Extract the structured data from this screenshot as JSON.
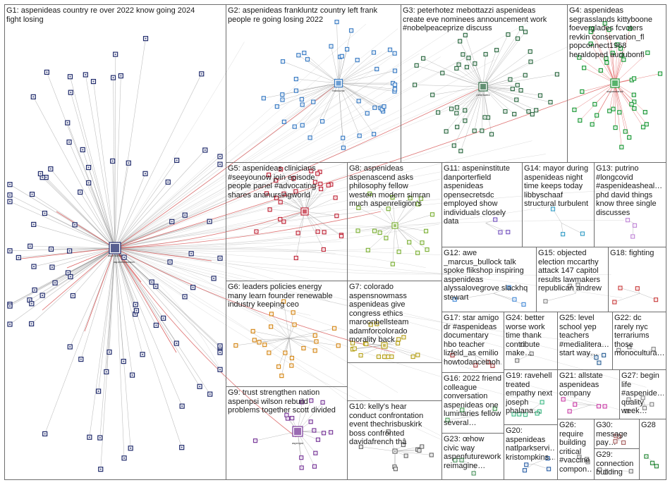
{
  "groups": [
    {
      "id": "G1",
      "label": "G1: aspenideas country re over 2022 know going 2024\nfight losing"
    },
    {
      "id": "G2",
      "label": "G2: aspenideas frankluntz country left frank\npeople re going losing 2022"
    },
    {
      "id": "G3",
      "label": "G3: peterhotez mebottazzi aspenideas\ncreate eve nominees announcement work\n#nobelpeaceprize discuss"
    },
    {
      "id": "G4",
      "label": "G4: aspenideas\nsegrasslands kittyboone\nfoeverglades fcvoters\nrevkin conservation_fl\npopconnect1968\nheraldoped audubonfl"
    },
    {
      "id": "G5",
      "label": "G5: aspenideas clinicians\n#seeyounow join episode\npeople panel #advocating\nshares ananursingworld"
    },
    {
      "id": "G6",
      "label": "G6: leaders policies energy\nmany learn founder renewable\nindustry keeping ceo"
    },
    {
      "id": "G7",
      "label": "G7: colorado\naspensnowmass\naspenideas give\ncongress ethics\nmaroonbellsteam\nadamforcolorado\nmorality back"
    },
    {
      "id": "G8",
      "label": "G8: aspenideas\naspenascend asks\nphilosophy fellow\nwestern modern simran\nmuch aspenreligion's"
    },
    {
      "id": "G9",
      "label": "G9: trust strengthen nation\naspenpsi wilson rebuild\nproblems together scott divided"
    },
    {
      "id": "G10",
      "label": "G10: kelly's hear\nconduct confrontation\nevent thechrisbuskirk\nboss confronted\ndavidafrench thâ"
    },
    {
      "id": "G11",
      "label": "G11: aspeninstitute\ndanporterfield\naspenideas\nopensecretsdc\nemployed show\nindividuals closely\ndata"
    },
    {
      "id": "G12",
      "label": "G12: awe\n_marcus_bullock talk\nspoke flikshop inspiring\naspenideas\nalyssalovegrove slackhq\nstewart"
    },
    {
      "id": "G13",
      "label": "G13: putrino\n#longcovid\n#aspenideasheal…\nphd david things\nknow three single\ndiscusses"
    },
    {
      "id": "G14",
      "label": "G14: mayor during\naspenideas night\ntime keeps today\nlibbyschaaf\nstructural turbulent"
    },
    {
      "id": "G15",
      "label": "G15: objected\nelection mccarthy\nattack 147 capitol\nresults lawmakers\nrepublican andrew"
    },
    {
      "id": "G16",
      "label": "G16: 2022 friend\ncolleague\nconversation\naspenideas one\nluminaries fellow\nseveral…"
    },
    {
      "id": "G17",
      "label": "G17: star amigo\ndr #aspenideas\ndocumentary\nhbo teacher\nlizfeld_as emilio\nhowtodanceinoh…"
    },
    {
      "id": "G18",
      "label": "G18: fighting"
    },
    {
      "id": "G19",
      "label": "G19: ravehell\ntreated\nempathy next\njoseph\nphalana…"
    },
    {
      "id": "G20",
      "label": "G20:\naspenideas\nnatlparkservi…\nkristompkins…"
    },
    {
      "id": "G21",
      "label": "G21: allstate\naspenideas\ncompany"
    },
    {
      "id": "G22",
      "label": "G22: dc\nrarely nyc\nterrariums\nthose\nmonocultura…"
    },
    {
      "id": "G23",
      "label": "G23: œhow\ncivic way\naspenfuturework\nreimagine…"
    },
    {
      "id": "G24",
      "label": "G24: better\nworse work\ntime thank\ncontribute\nmake…"
    },
    {
      "id": "G25",
      "label": "G25: level\nschool yep\nteachers\n#medialitera…\nstart way…"
    },
    {
      "id": "G26",
      "label": "G26:\nrequire\nbuilding\ncritical\n#vaccine\ncompon…"
    },
    {
      "id": "G27",
      "label": "G27: begin\nlife\n#aspenide…\nquality\nweek…"
    },
    {
      "id": "G28",
      "label": "G28"
    },
    {
      "id": "G29",
      "label": "G29:\nconnection\nbuilding"
    },
    {
      "id": "G30",
      "label": "G30:\nmessage\npay…"
    }
  ],
  "node_labels": {
    "g1_hub": "aspenideas",
    "g1_hub2": "aspenthinkvision",
    "g2_hub": "frankluntz",
    "g3_hub": "peterhotez",
    "g4_hub": "segrasslands",
    "g9_hub": "aspenpsi"
  },
  "colors": {
    "border": "#6e6e6e",
    "edge": "#8c8c8c",
    "edge_red": "#d23a3a",
    "g2_node": "#3a7cc4",
    "g3_node": "#2f6b44",
    "g4_node": "#1f9a3a",
    "g4_edge": "#d62b2b",
    "g1_node": "#1f2a6b",
    "g5_node": "#c0283a",
    "g6_node": "#d68a1c",
    "g7_node": "#b8a31e",
    "g8_node": "#7fb23a",
    "g9_node": "#7a3a9a"
  }
}
